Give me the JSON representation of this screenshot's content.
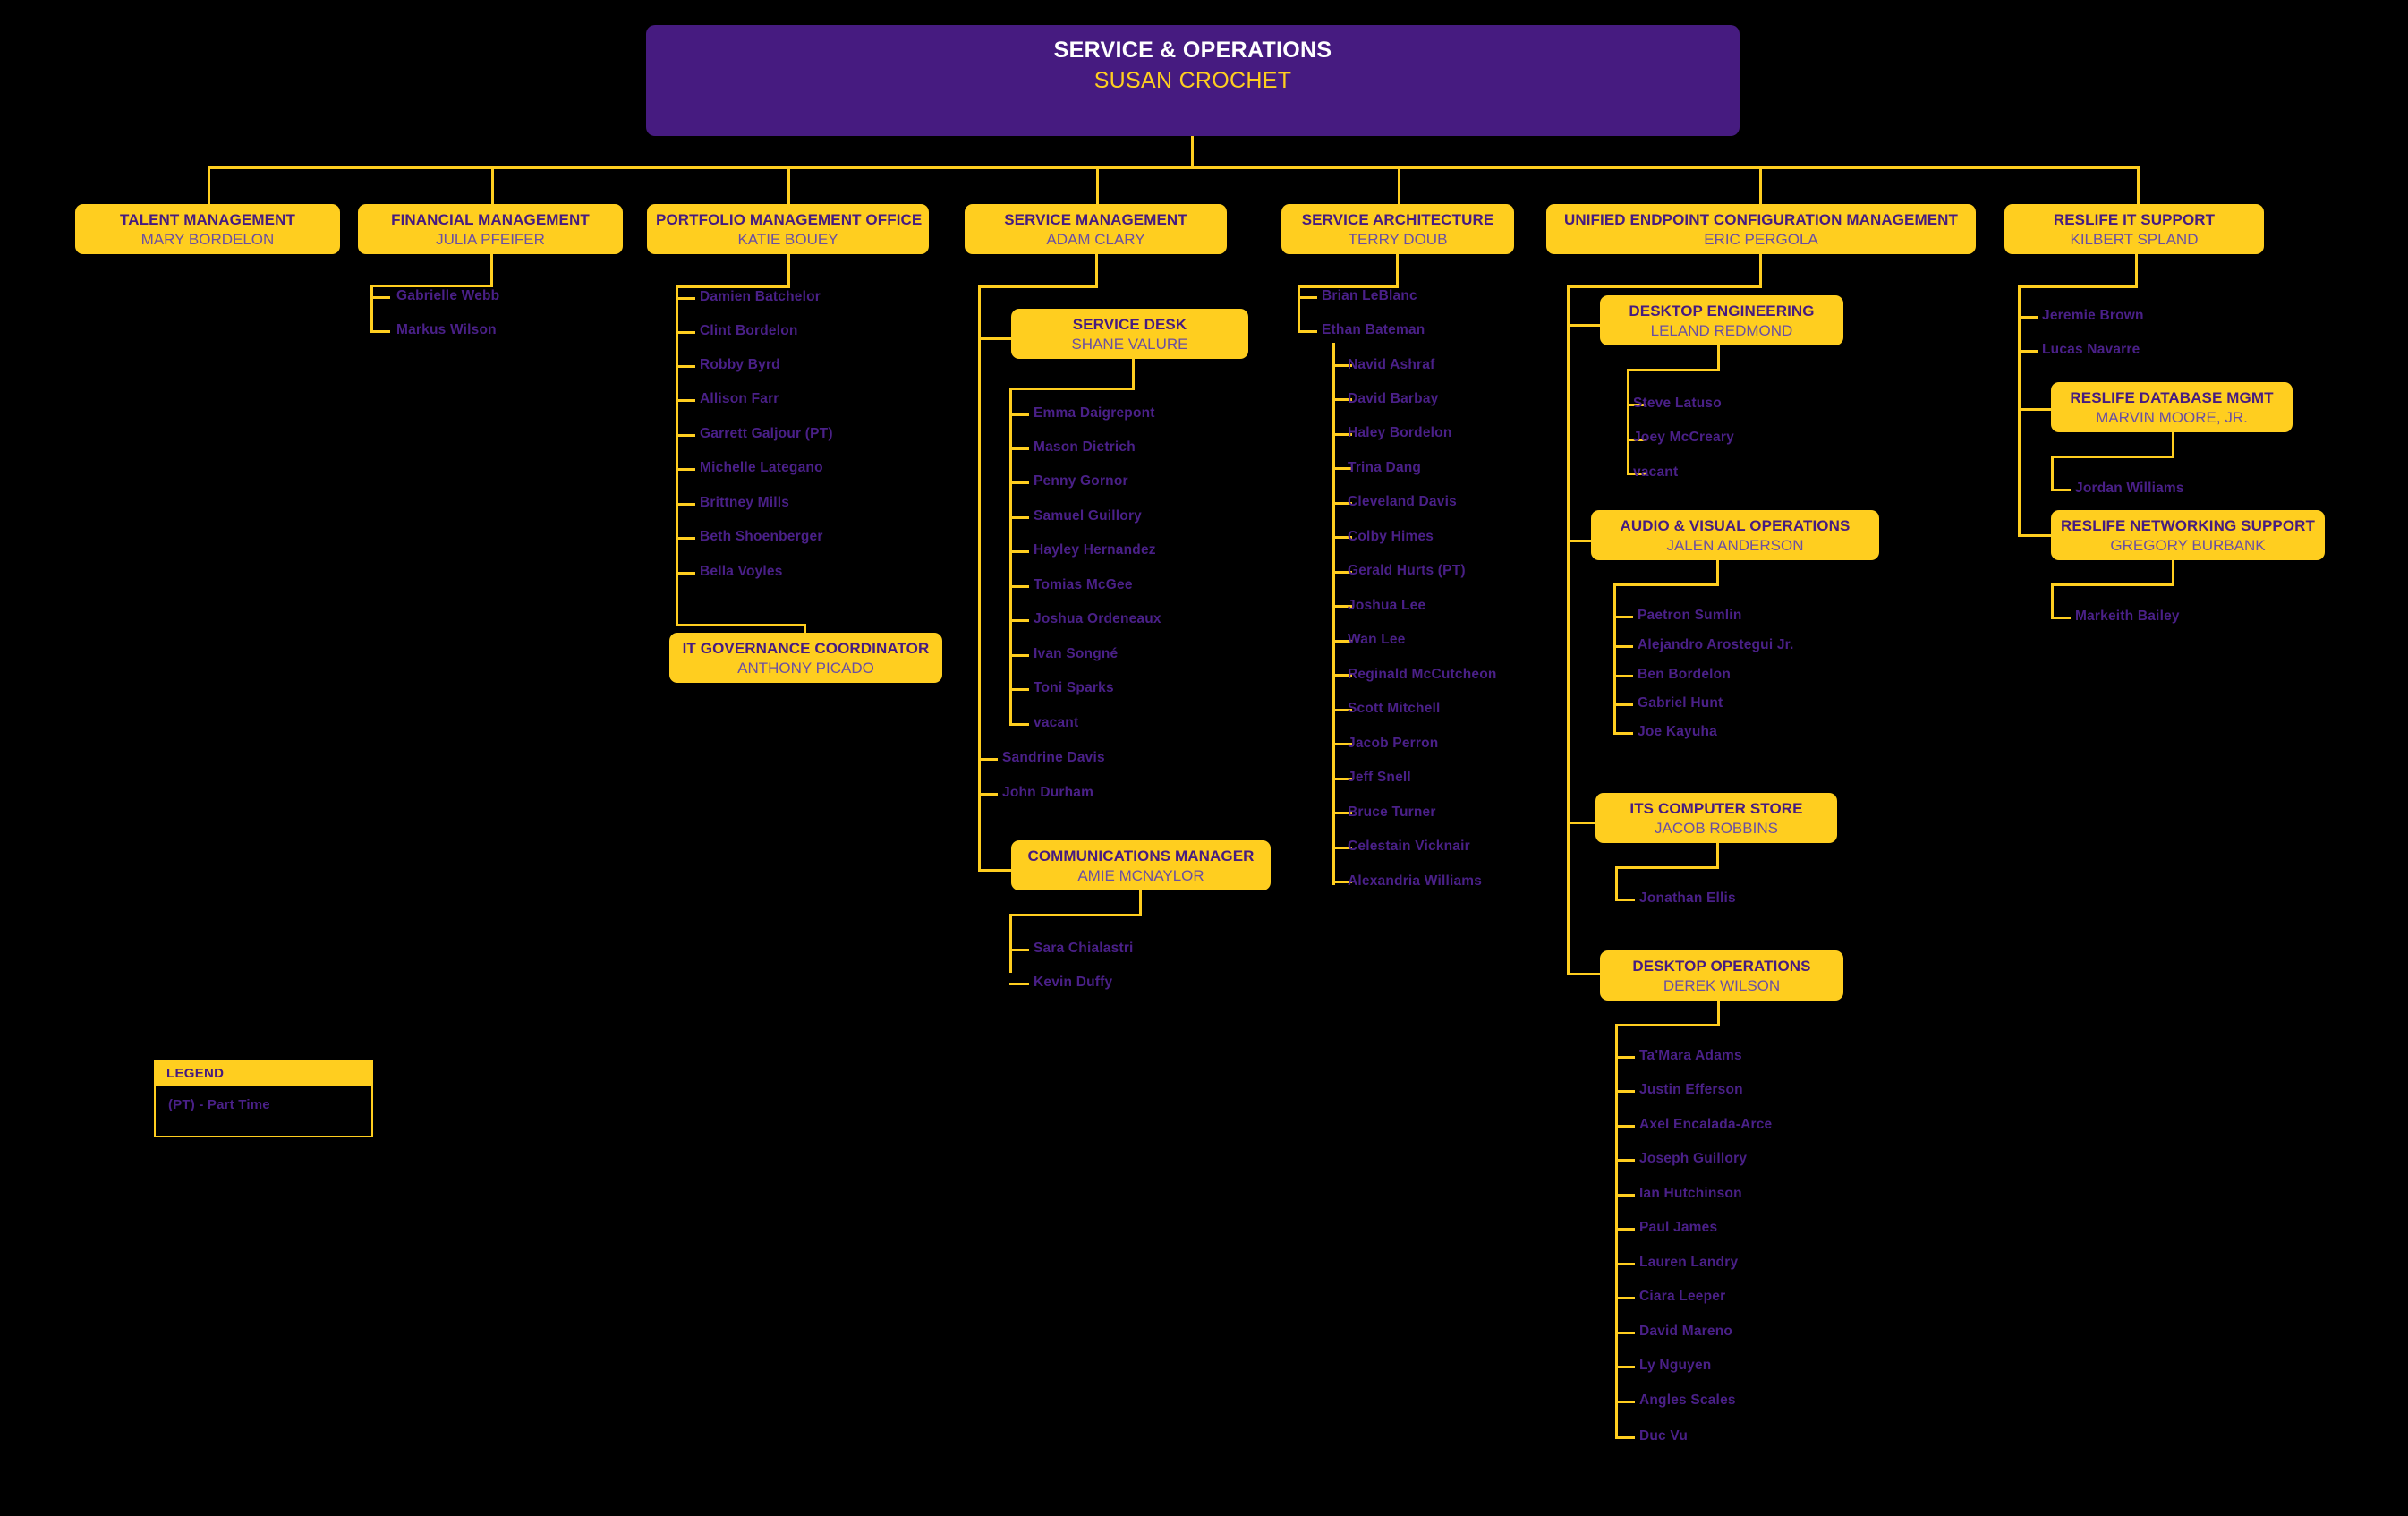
{
  "meta": {
    "colors": {
      "background": "#000000",
      "accent_gold": "#FFCE1F",
      "accent_purple": "#461B80",
      "name_purple": "#6A4FA3",
      "leaf_purple": "#4A2088",
      "root_title": "#FFFFFF"
    }
  },
  "root": {
    "title": "SERVICE & OPERATIONS",
    "name": "SUSAN CROCHET"
  },
  "departments": [
    {
      "id": "talent-management",
      "title": "TALENT MANAGEMENT",
      "name": "MARY BORDELON",
      "people": []
    },
    {
      "id": "financial-management",
      "title": "FINANCIAL MANAGEMENT",
      "name": "JULIA PFEIFER",
      "people": [
        "Gabrielle Webb",
        "Markus Wilson"
      ]
    },
    {
      "id": "portfolio-management-office",
      "title": "PORTFOLIO MANAGEMENT OFFICE",
      "name": "KATIE BOUEY",
      "people": [
        "Damien Batchelor",
        "Clint Bordelon",
        "Robby Byrd",
        "Allison Farr",
        "Garrett Galjour (PT)",
        "Michelle Lategano",
        "Brittney Mills",
        "Beth Shoenberger",
        "Bella Voyles"
      ],
      "sub_units": [
        {
          "id": "it-governance-coordinator",
          "title": "IT GOVERNANCE COORDINATOR",
          "name": "ANTHONY PICADO",
          "people": []
        }
      ]
    },
    {
      "id": "service-management",
      "title": "SERVICE MANAGEMENT",
      "name": "ADAM CLARY",
      "people": [
        "Sandrine Davis",
        "John Durham"
      ],
      "sub_units": [
        {
          "id": "service-desk",
          "title": "SERVICE DESK",
          "name": "SHANE VALURE",
          "people": [
            "Emma Daigrepont",
            "Mason Dietrich",
            "Penny Gornor",
            "Samuel Guillory",
            "Hayley Hernandez",
            "Tomias McGee",
            "Joshua Ordeneaux",
            "Ivan Songné",
            "Toni Sparks",
            "vacant"
          ]
        },
        {
          "id": "communications-manager",
          "title": "COMMUNICATIONS MANAGER",
          "name": "AMIE MCNAYLOR",
          "people": [
            "Sara Chialastri",
            "Kevin Duffy"
          ]
        }
      ]
    },
    {
      "id": "service-architecture",
      "title": "SERVICE ARCHITECTURE",
      "name": "TERRY DOUB",
      "people": [
        "Brian LeBlanc",
        "Ethan Bateman"
      ],
      "nested_people": [
        "Navid Ashraf",
        "David Barbay",
        "Haley Bordelon",
        "Trina Dang",
        "Cleveland Davis",
        "Colby Himes",
        "Gerald Hurts (PT)",
        "Joshua Lee",
        "Wan Lee",
        "Reginald McCutcheon",
        "Scott Mitchell",
        "Jacob Perron",
        "Jeff Snell",
        "Bruce Turner",
        "Celestain Vicknair",
        "Alexandria Williams"
      ]
    },
    {
      "id": "unified-endpoint-configuration-management",
      "title": "UNIFIED ENDPOINT CONFIGURATION MANAGEMENT",
      "name": "ERIC PERGOLA",
      "people": [],
      "sub_units": [
        {
          "id": "desktop-engineering",
          "title": "DESKTOP ENGINEERING",
          "name": "LELAND REDMOND",
          "people": [
            "Steve Latuso",
            "Joey McCreary",
            "vacant"
          ]
        },
        {
          "id": "audio-visual-operations",
          "title": "AUDIO & VISUAL OPERATIONS",
          "name": "JALEN ANDERSON",
          "people": [
            "Paetron Sumlin",
            "Alejandro Arostegui Jr.",
            "Ben Bordelon",
            "Gabriel Hunt",
            "Joe Kayuha"
          ]
        },
        {
          "id": "its-computer-store",
          "title": "ITS COMPUTER STORE",
          "name": "JACOB ROBBINS",
          "people": [
            "Jonathan Ellis"
          ]
        },
        {
          "id": "desktop-operations",
          "title": "DESKTOP OPERATIONS",
          "name": "DEREK WILSON",
          "people": [
            "Ta'Mara Adams",
            "Justin Efferson",
            "Axel Encalada-Arce",
            "Joseph Guillory",
            "Ian Hutchinson",
            "Paul James",
            "Lauren Landry",
            "Ciara Leeper",
            "David Mareno",
            "Ly Nguyen",
            "Angles Scales",
            "Duc Vu"
          ]
        }
      ]
    },
    {
      "id": "reslife-it-support",
      "title": "RESLIFE IT SUPPORT",
      "name": "KILBERT SPLAND",
      "people": [
        "Jeremie Brown",
        "Lucas Navarre"
      ],
      "sub_units": [
        {
          "id": "reslife-database-mgmt",
          "title": "RESLIFE DATABASE MGMT",
          "name": "MARVIN MOORE, JR.",
          "people": [
            "Jordan Williams"
          ]
        },
        {
          "id": "reslife-networking-support",
          "title": "RESLIFE NETWORKING SUPPORT",
          "name": "GREGORY BURBANK",
          "people": [
            "Markeith Bailey"
          ]
        }
      ]
    }
  ],
  "legend": {
    "title": "LEGEND",
    "entries": [
      "(PT) - Part Time"
    ]
  }
}
